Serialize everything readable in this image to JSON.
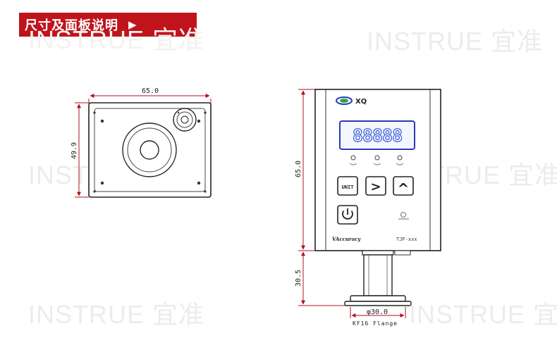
{
  "header": {
    "title": "尺寸及面板说明",
    "arrow_icon": "play-triangle-icon"
  },
  "watermark": {
    "text": "INSTRUE 宜准"
  },
  "front_view": {
    "width_dim": "65.0",
    "height_dim": "49.9"
  },
  "side_view": {
    "height_dim": "65.0",
    "neck_dim": "30.5",
    "flange_dim": "φ30.0",
    "flange_label": "KF16 Flange",
    "display_digits": "88888",
    "buttons": {
      "unit": "UNIT",
      "next": ">",
      "up": "^"
    },
    "brand": "VAccuracy",
    "model_text": "TJF-xxx",
    "logo_text": "XQ"
  },
  "colors": {
    "banner": "#c0141c",
    "display_border": "#2a3ab8",
    "display_digits": "#3a5ad8"
  }
}
